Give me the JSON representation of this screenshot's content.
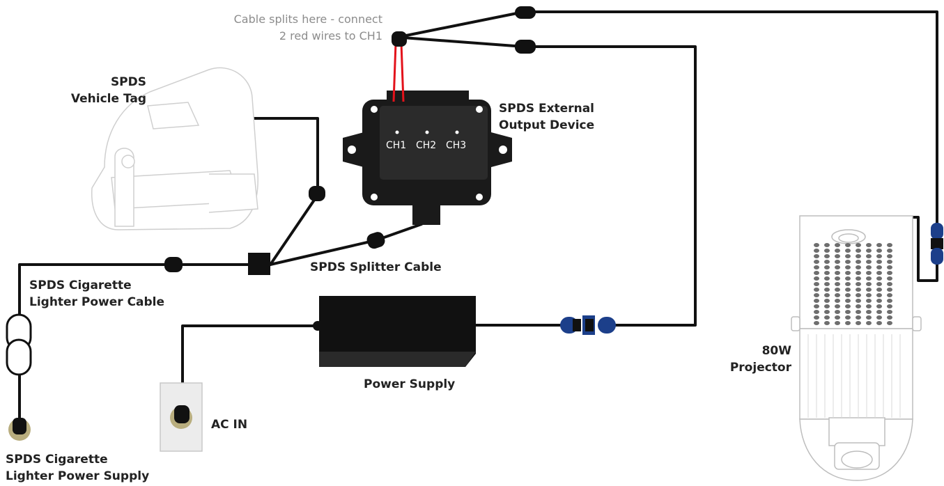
{
  "labels": {
    "vehicle_tag": [
      "SPDS",
      "Vehicle Tag"
    ],
    "external_output": [
      "SPDS External",
      "Output Device"
    ],
    "splitter_cable": "SPDS Splitter Cable",
    "cig_cable": [
      "SPDS Cigarette",
      "Lighter Power Cable"
    ],
    "cig_supply": [
      "SPDS Cigarette",
      "Lighter Power Supply"
    ],
    "power_supply": "Power Supply",
    "ac_in": "AC IN",
    "projector": [
      "80W",
      "Projector"
    ],
    "cable_note": [
      "Cable splits here - connect",
      "2 red wires to CH1"
    ]
  },
  "channels": [
    "CH1",
    "CH2",
    "CH3"
  ],
  "colors": {
    "cable": "#111111",
    "red_wire": "#e3121b",
    "blue_connector": "#1c3f8a",
    "label_text": "#222222",
    "note_text": "#8c8c8c",
    "outline_gray": "#cfcfcf",
    "socket_ring": "#b8ad7e",
    "wall_plate": "#ececec"
  },
  "icons": {
    "vehicle_tag": "vehicle-tag-device-icon",
    "output_device": "external-output-box-icon",
    "projector": "projector-icon",
    "power_supply": "power-brick-icon",
    "outlet": "wall-outlet-icon"
  }
}
